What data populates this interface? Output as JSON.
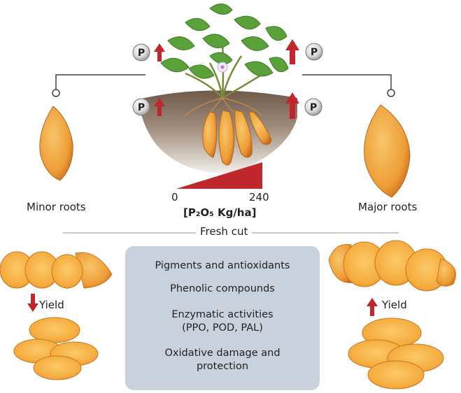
{
  "phosphorus_badge": "P",
  "labels": {
    "minor_roots": "Minor roots",
    "major_roots": "Major roots",
    "axis_min": "0",
    "axis_max": "240",
    "axis_unit": "[P₂O₅ Kg/ha]",
    "fresh_cut": "Fresh cut",
    "yield_minor": "Yield",
    "yield_major": "Yield"
  },
  "effects": [
    "Pigments and antioxidants",
    "Phenolic compounds",
    "Enzymatic activities\n(PPO, POD, PAL)",
    "Oxidative damage and\nprotection"
  ],
  "colors": {
    "arrow": "#c0272d",
    "root": "#f0a23c",
    "root_dark": "#c96a1e",
    "leaf": "#5aa13a",
    "soil": "#8a7361",
    "box": "#c9d1dc",
    "badge": "#8a8a8a"
  }
}
